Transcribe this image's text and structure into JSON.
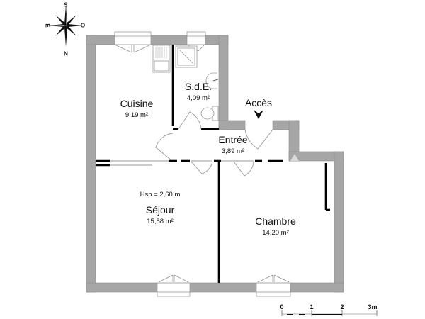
{
  "plan": {
    "colors": {
      "wall": "#a6a6a6",
      "wall_edge": "#8c8c8c",
      "partition": "#000000",
      "fixture": "#9a9a9a",
      "background": "#ffffff"
    },
    "compass": {
      "top": "S",
      "left": "E",
      "right": "O",
      "bottom": "N"
    },
    "rooms": [
      {
        "id": "cuisine",
        "name": "Cuisine",
        "area": "9,19 m²"
      },
      {
        "id": "sde",
        "name": "S.d.E.",
        "area": "4,09 m²"
      },
      {
        "id": "entree",
        "name": "Entrée",
        "area": "3,89 m²"
      },
      {
        "id": "sejour",
        "name": "Séjour",
        "area": "15,58 m²"
      },
      {
        "id": "chambre",
        "name": "Chambre",
        "area": "14,20 m²"
      }
    ],
    "ceiling_height": "Hsp = 2,60 m",
    "access_label": "Accès",
    "scale": {
      "ticks": [
        "0",
        "1",
        "2",
        "3m"
      ]
    }
  }
}
